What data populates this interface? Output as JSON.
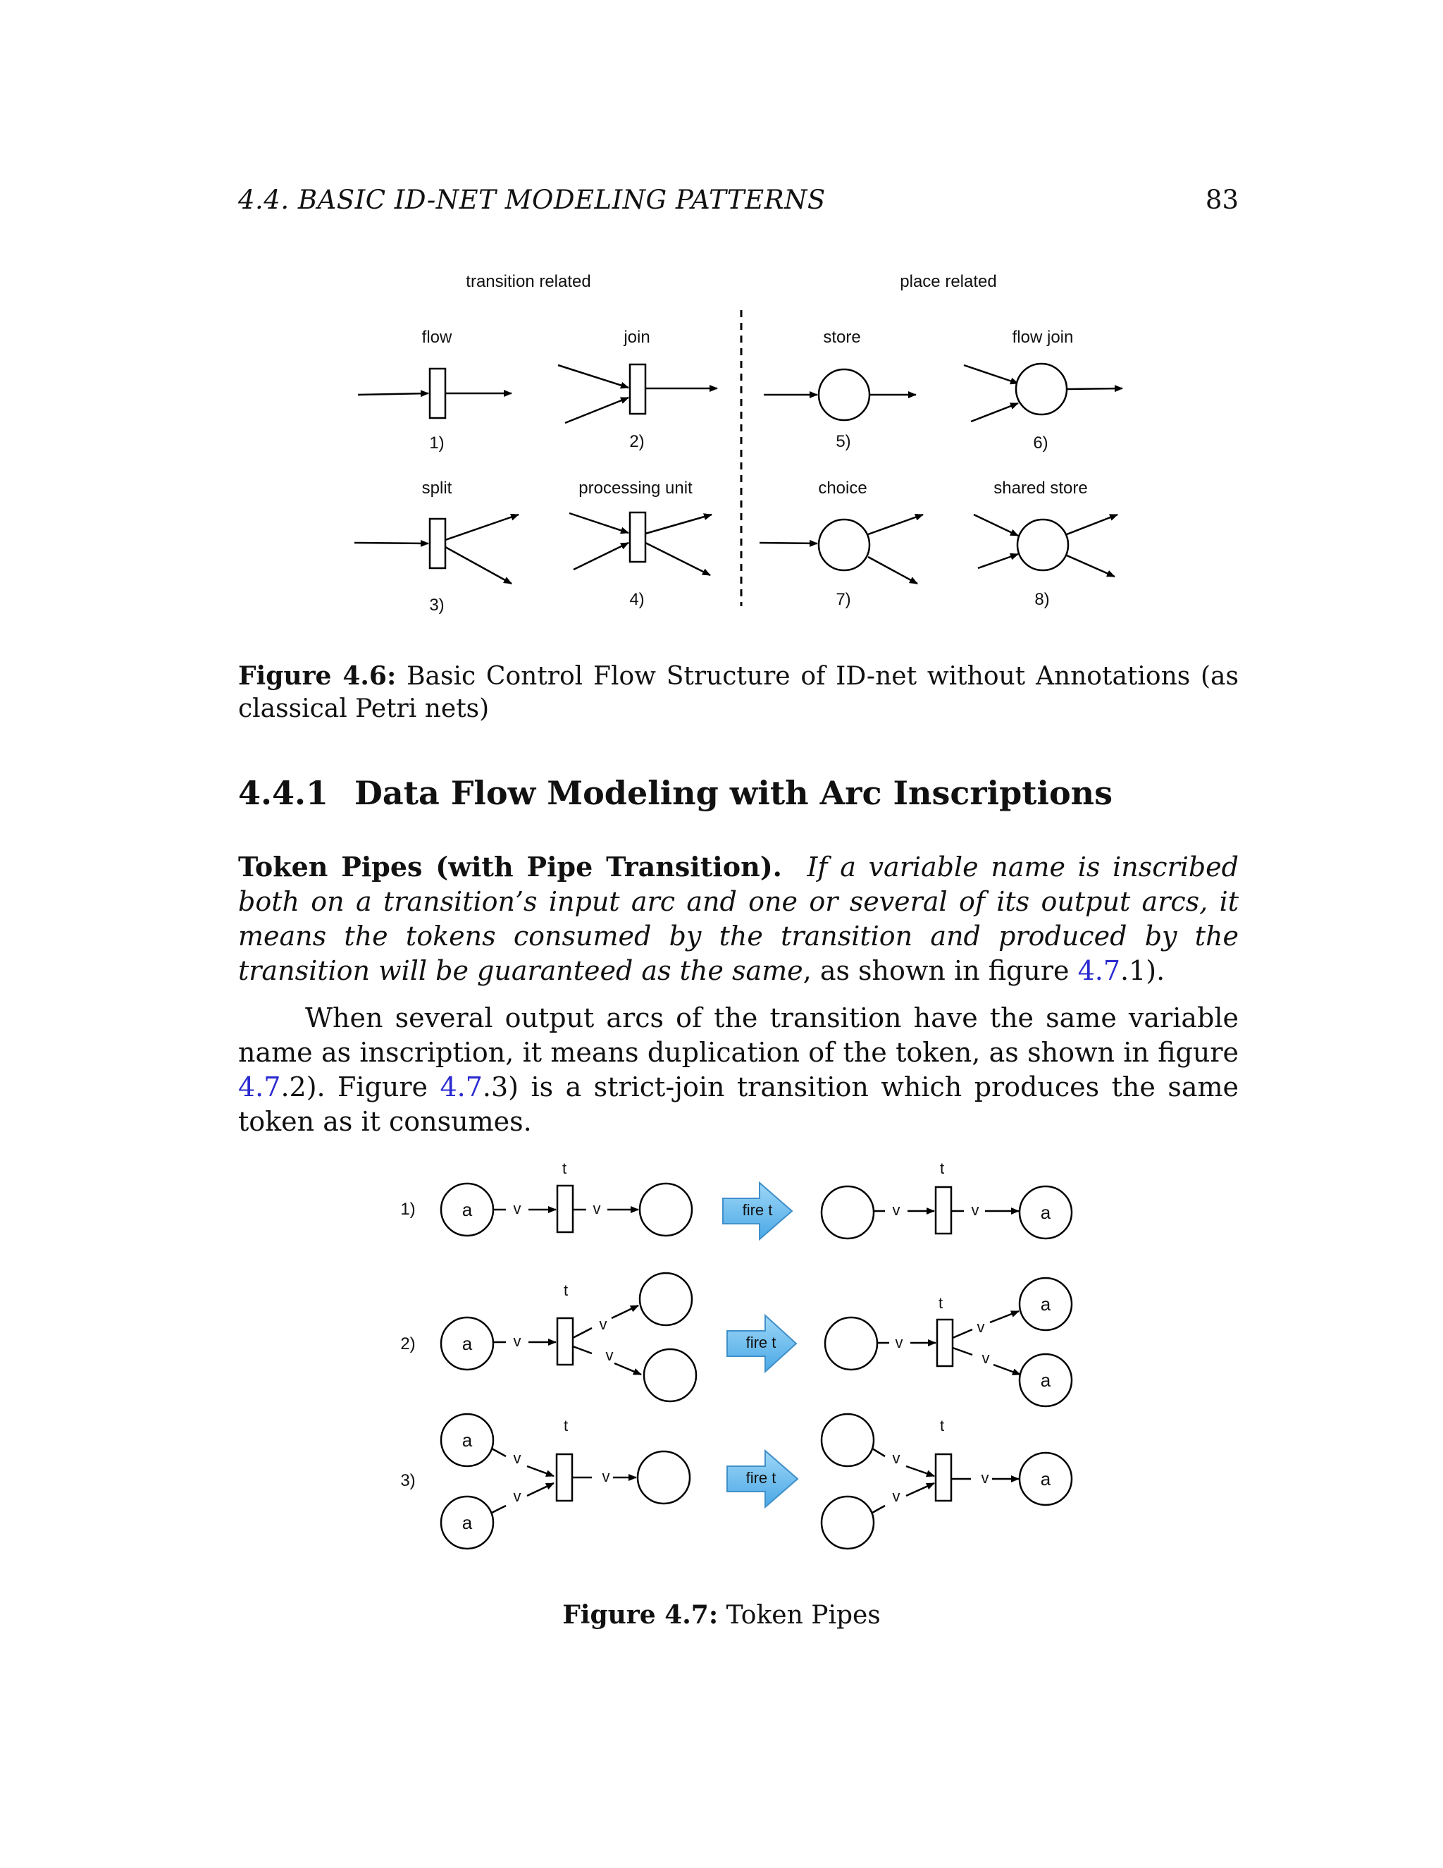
{
  "header": {
    "running_title": "4.4.  BASIC ID-NET MODELING PATTERNS",
    "page_number": "83"
  },
  "figure1": {
    "group_labels": {
      "transition": "transition related",
      "place": "place related"
    },
    "patterns": [
      {
        "name": "flow",
        "number": "1)"
      },
      {
        "name": "join",
        "number": "2)"
      },
      {
        "name": "store",
        "number": "5)"
      },
      {
        "name": "flow join",
        "number": "6)"
      },
      {
        "name": "split",
        "number": "3)"
      },
      {
        "name": "processing unit",
        "number": "4)"
      },
      {
        "name": "choice",
        "number": "7)"
      },
      {
        "name": "shared store",
        "number": "8)"
      }
    ],
    "caption_label": "Figure 4.6:",
    "caption_text": "Basic Control Flow Structure of ID-net without Annotations (as classical Petri nets)"
  },
  "section": {
    "number": "4.4.1",
    "title": "Data Flow Modeling with Arc Inscriptions"
  },
  "paragraph1": {
    "lead": "Token Pipes (with Pipe Transition).",
    "italic": "If a variable name is inscribed both on a transition’s input arc and one or several of its output arcs, it means the tokens consumed by the transition and produced by the transition will be guaranteed as the same",
    "tail_1": ", as shown in figure ",
    "ref": "4.7",
    "tail_2": ".1)."
  },
  "paragraph2": {
    "text_1": "When several output arcs of the transition have the same variable name as inscription, it means duplication of the token, as shown in figure ",
    "ref_1": "4.7",
    "text_2": ".2).  Figure ",
    "ref_2": "4.7",
    "text_3": ".3) is a strict-join transition which produces the same token as it consumes."
  },
  "figure2": {
    "rows": [
      "1)",
      "2)",
      "3)"
    ],
    "token": "a",
    "variable": "v",
    "transition": "t",
    "fire_label": "fire t",
    "caption_label": "Figure 4.7:",
    "caption_text": "Token Pipes"
  },
  "colors": {
    "link": "#2a2ad0",
    "fire_arrow": "#6cbcf0"
  }
}
